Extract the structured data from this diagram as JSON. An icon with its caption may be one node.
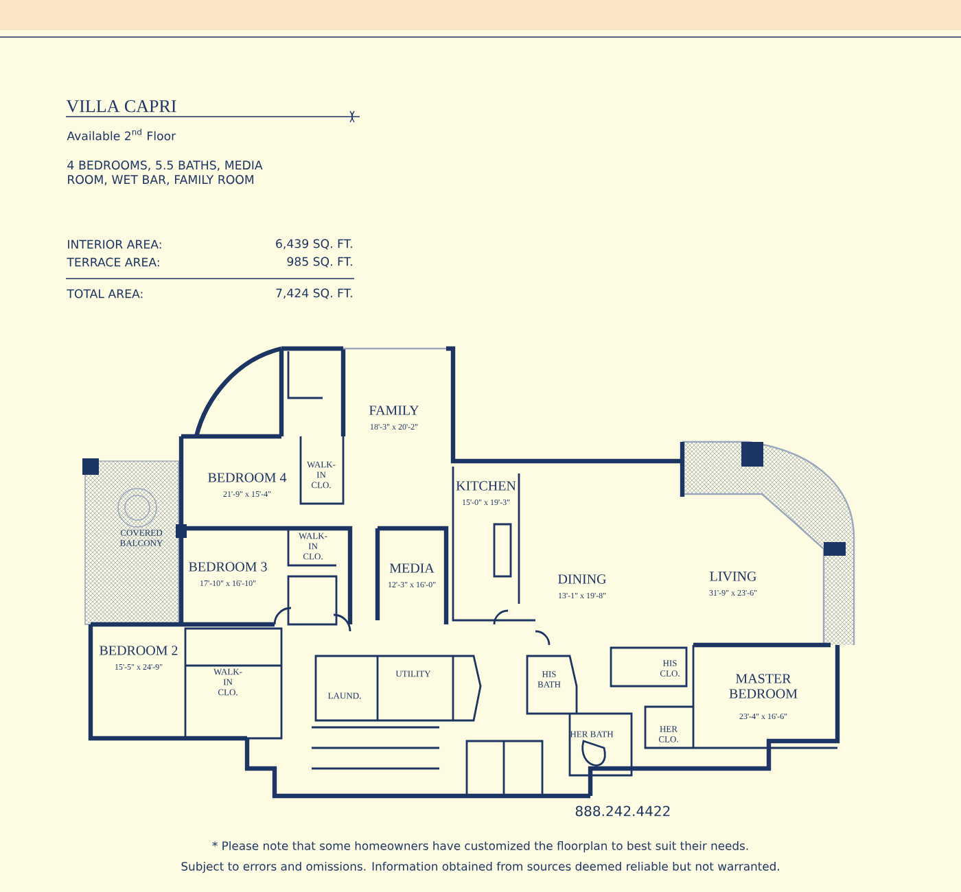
{
  "diagram": {
    "title": "VILLA CAPRI",
    "labels": [
      "Available 2$^{nd}$ Floor",
      "4 BEDROOMS, 5.5 BATHS, MEDIA ROOM, WET BAR, FAMILY ROOM",
      "INTERIOR AREA:",
      "6,439 SQ. FT.",
      "TERRACE AREA:",
      "985 SQ. FT.",
      "TOTAL AREA:",
      "7,424 SQ. FT.",
      "FAMILY",
      "18'-3\" x 20'-2\"",
      "BEDROOM 4",
      "21'-9\" x 15'-4\"",
      "WALK-IN CLO.",
      "KITCHEN",
      "15'-0\" x 19'-3\"",
      "COVERED BALCONY",
      "WALK-IN CLO.",
      "DINING",
      "13'-1\" x 19'-8\"",
      "BEDROOM 3",
      "17'-10\" x 16'-10\"",
      "MEDIA",
      "12'-3\" x 16'-0\"",
      "LIVING",
      "31'-9\" x 23'-6\"",
      "BEDROOM 2",
      "15'-5\" x 24'-9\"",
      "WALK-IN CLO.",
      "UTILITY",
      "LAUND.",
      "HIS BATH",
      "HIS CLO.",
      "MASTER BEDROOM",
      "23'-4\" x 16'-6\"",
      "HER BATH",
      "HER CLO.",
      "888.242.4422",
      "* Please note that some homeowners have customized the floorplan to best suit their needs.",
      "Subject to errors and omissions. Information obtained from sources deemed reliable but not warranted."
    ]
  }
}
